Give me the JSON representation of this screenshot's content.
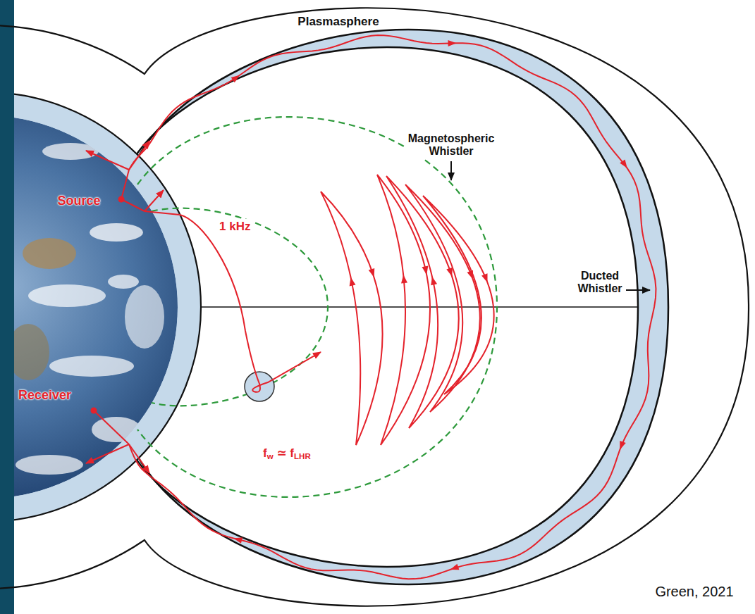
{
  "diagram": {
    "nodes": [
      {
        "text": [
          "Plasmasphere"
        ]
      }
    ],
    "labels": [
      "Magnetospheric Whistler",
      "Ducted Whistler",
      "Source",
      "1 kHz",
      "Receiver",
      "fw ≃ fLHR",
      "Green, 2021"
    ]
  }
}
